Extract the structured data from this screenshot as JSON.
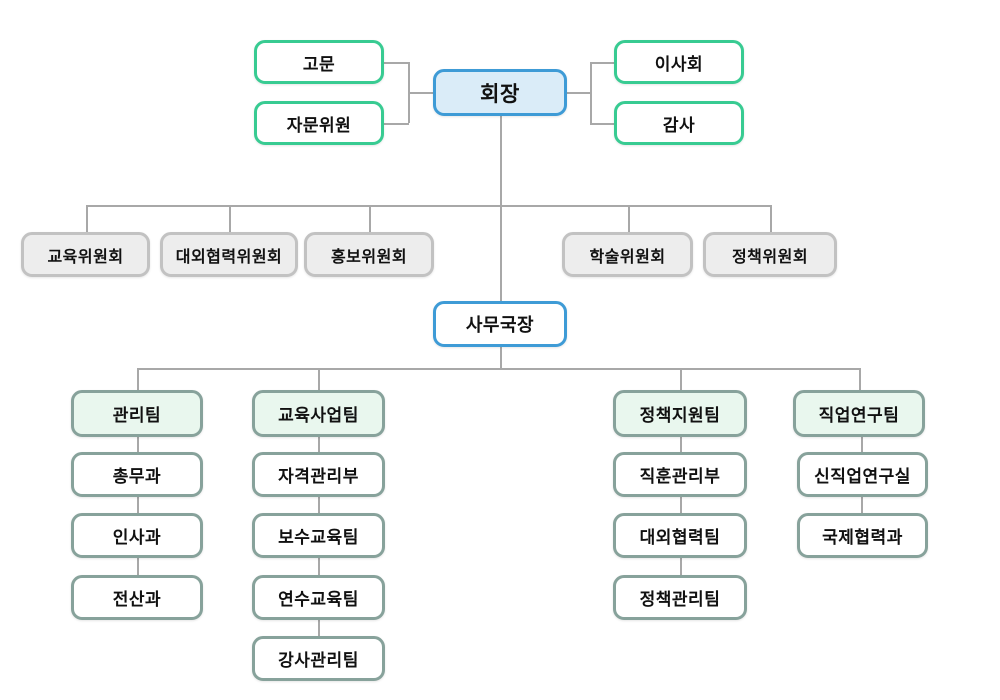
{
  "page": {
    "background": "#ffffff"
  },
  "colors": {
    "green_border": "#38cb92",
    "blue_border": "#3e9bd6",
    "chair_fill": "#daecf8",
    "gray_border": "#c2c2c2",
    "gray_fill": "#ededed",
    "teal_border": "#87a29b",
    "team_fill": "#e9f7ee",
    "white_fill": "#ffffff",
    "line": "#a8a8a8",
    "text": "#111111"
  },
  "org_chart": {
    "type": "org-chart",
    "nodes": [
      {
        "id": "advisor",
        "label": "고문",
        "group": "advisory",
        "parent": "chairman"
      },
      {
        "id": "advisory-committee",
        "label": "자문위원",
        "group": "advisory",
        "parent": "chairman"
      },
      {
        "id": "chairman",
        "label": "회장",
        "group": "chairman",
        "parent": null
      },
      {
        "id": "board",
        "label": "이사회",
        "group": "advisory",
        "parent": "chairman"
      },
      {
        "id": "auditor",
        "label": "감사",
        "group": "advisory",
        "parent": "chairman"
      },
      {
        "id": "education-committee",
        "label": "교육위원회",
        "group": "committee",
        "parent": "chairman"
      },
      {
        "id": "external-cooperation-committee",
        "label": "대외협력위원회",
        "group": "committee",
        "parent": "chairman"
      },
      {
        "id": "pr-committee",
        "label": "홍보위원회",
        "group": "committee",
        "parent": "chairman"
      },
      {
        "id": "academic-committee",
        "label": "학술위원회",
        "group": "committee",
        "parent": "chairman"
      },
      {
        "id": "policy-committee",
        "label": "정책위원회",
        "group": "committee",
        "parent": "chairman"
      },
      {
        "id": "secretary-general",
        "label": "사무국장",
        "group": "secretary",
        "parent": "chairman"
      },
      {
        "id": "management-team",
        "label": "관리팀",
        "group": "team",
        "parent": "secretary-general"
      },
      {
        "id": "education-business-team",
        "label": "교육사업팀",
        "group": "team",
        "parent": "secretary-general"
      },
      {
        "id": "policy-support-team",
        "label": "정책지원팀",
        "group": "team",
        "parent": "secretary-general"
      },
      {
        "id": "job-research-team",
        "label": "직업연구팀",
        "group": "team",
        "parent": "secretary-general"
      },
      {
        "id": "general-affairs-dept",
        "label": "총무과",
        "group": "department",
        "parent": "management-team"
      },
      {
        "id": "hr-dept",
        "label": "인사과",
        "group": "department",
        "parent": "management-team"
      },
      {
        "id": "it-dept",
        "label": "전산과",
        "group": "department",
        "parent": "management-team"
      },
      {
        "id": "qualification-management-dept",
        "label": "자격관리부",
        "group": "department",
        "parent": "education-business-team"
      },
      {
        "id": "refresher-education-team",
        "label": "보수교육팀",
        "group": "department",
        "parent": "education-business-team"
      },
      {
        "id": "training-education-team",
        "label": "연수교육팀",
        "group": "department",
        "parent": "education-business-team"
      },
      {
        "id": "instructor-management-team",
        "label": "강사관리팀",
        "group": "department",
        "parent": "education-business-team"
      },
      {
        "id": "vocational-training-dept",
        "label": "직훈관리부",
        "group": "department",
        "parent": "policy-support-team"
      },
      {
        "id": "external-cooperation-team",
        "label": "대외협력팀",
        "group": "department",
        "parent": "policy-support-team"
      },
      {
        "id": "policy-management-team",
        "label": "정책관리팀",
        "group": "department",
        "parent": "policy-support-team"
      },
      {
        "id": "new-job-research-lab",
        "label": "신직업연구실",
        "group": "department",
        "parent": "job-research-team"
      },
      {
        "id": "international-cooperation-dept",
        "label": "국제협력과",
        "group": "department",
        "parent": "job-research-team"
      }
    ]
  }
}
